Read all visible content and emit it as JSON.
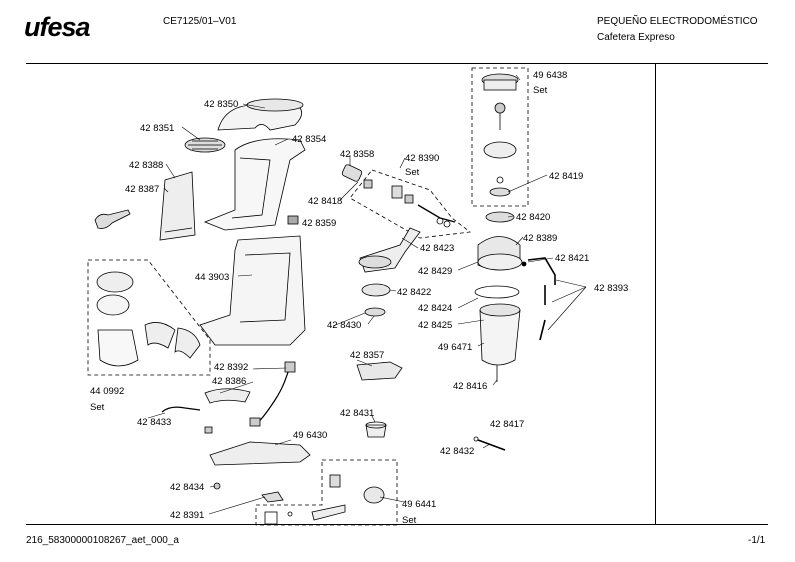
{
  "header": {
    "brand": "ufesa",
    "model": "CE7125/01–V01",
    "category": "PEQUEÑO ELECTRODOMÉSTICO",
    "product": "Cafetera Expreso"
  },
  "footer": {
    "doc_id": "216_58300000108267_aet_000_a",
    "page": "-1/1"
  },
  "parts": {
    "p428350": "42 8350",
    "p428351": "42 8351",
    "p428354": "42 8354",
    "p428388": "42 8388",
    "p428387": "42 8387",
    "p428358": "42 8358",
    "p428390": "42 8390",
    "p428390_set": "Set",
    "p428418": "42 8418",
    "p428359": "42 8359",
    "p443903": "44 3903",
    "p428423": "42 8423",
    "p428429": "42 8429",
    "p428422": "42 8422",
    "p428430": "42 8430",
    "p440992": "44 0992",
    "p440992_set": "Set",
    "p428392": "42 8392",
    "p428386": "42 8386",
    "p428357": "42 8357",
    "p428433": "42 8433",
    "p428431": "42 8431",
    "p496430": "49 6430",
    "p428434": "42 8434",
    "p428391": "42 8391",
    "p496441": "49 6441",
    "p496441_set": "Set",
    "p496438": "49 6438",
    "p496438_set": "Set",
    "p428419": "42 8419",
    "p428420": "42 8420",
    "p428389": "42 8389",
    "p428421": "42 8421",
    "p428393": "42 8393",
    "p428424": "42 8424",
    "p428425": "42 8425",
    "p496471": "49 6471",
    "p428416": "42 8416",
    "p428417": "42 8417",
    "p428432": "42 8432"
  }
}
